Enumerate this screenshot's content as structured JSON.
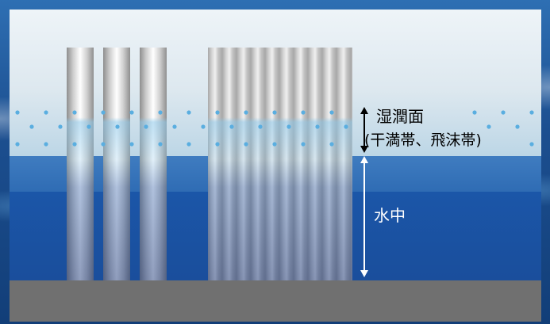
{
  "zones": {
    "splash_label": "湿潤面",
    "splash_sublabel": "(干満帯、飛沫帯)",
    "underwater_label": "水中"
  },
  "colors": {
    "sky": "#dde8ef",
    "splash_water": "#3f7cc0",
    "deep_water": "#1b56a8",
    "seabed": "#707070",
    "dot": "#5aaee0"
  }
}
